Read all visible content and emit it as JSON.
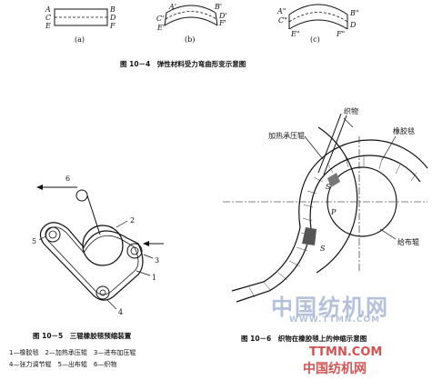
{
  "fig10_4": {
    "a_labels": [
      "A",
      "C",
      "E",
      "B",
      "D",
      "F"
    ],
    "b_labels": [
      "C'",
      "E'",
      "A'",
      "B'",
      "D'",
      "F'"
    ],
    "c_labels": [
      "A\"",
      "C\"",
      "E\"",
      "B\"",
      "F\"",
      "D"
    ],
    "sub_a": "(a)",
    "sub_b": "(b)",
    "sub_c": "(c)",
    "caption": "图 10－4　弹性材料受力弯曲形变示意图"
  },
  "fig10_5": {
    "numbers": [
      "6",
      "2",
      "5",
      "3",
      "1",
      "4"
    ],
    "caption": "图 10－5　三辊橡胶毯预缩装置",
    "legend_line1": "1—橡胶毯　2—加热承压辊　3—进布加压辊",
    "legend_line2": "4—张力调节辊　5—出布辊　6—织物"
  },
  "fig10_6": {
    "label_fabric": "织物",
    "label_heated_roller": "加热承压辊",
    "label_rubber_blanket": "橡胶毯",
    "label_feed_roller": "给布辊",
    "label_P": "P",
    "label_S1": "S",
    "label_S2": "S",
    "caption": "图 10－6　织物在橡胶毯上的伸缩示意图"
  },
  "watermark": {
    "cn": "中国纺机网",
    "url": "WWW.TTMN.COM",
    "red_en": "TTMN.COM",
    "red_cn": "中国纺机网"
  }
}
